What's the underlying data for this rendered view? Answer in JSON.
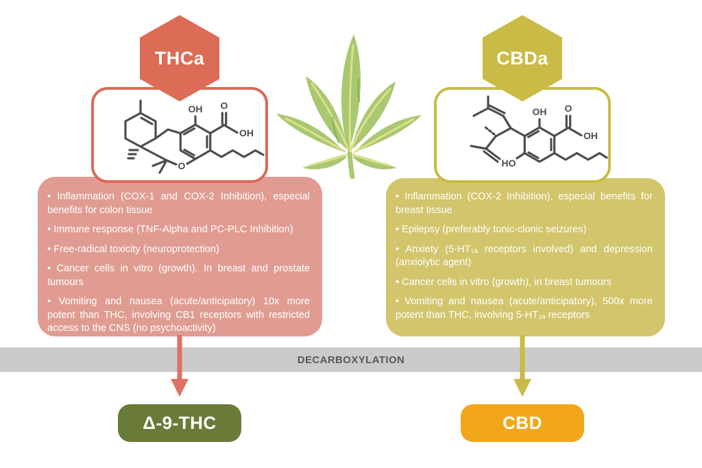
{
  "palette": {
    "thca_accent": "#DC6C55",
    "thca_box": "#E09C92",
    "cbda_accent": "#C9BB45",
    "cbda_box": "#D2C56C",
    "band_bg": "#CBCBCB",
    "band_text": "#58595B",
    "thc_button": "#6A7A37",
    "cbd_button": "#F2A71B",
    "leaf_green": "#A9C871",
    "leaf_vein": "#DCE08A",
    "molecule_stroke": "#4D4D4D"
  },
  "thca": {
    "title": "THCa",
    "molecule_labels": {
      "oh_top": "OH",
      "o_carboxyl": "O",
      "oh_carboxyl": "OH",
      "o_ring": "O"
    },
    "benefits": [
      "• Inflammation (COX-1 and COX-2 Inhibition), especial benefits for colon tissue",
      "• Immune response (TNF-Alpha and PC-PLC Inhibition)",
      "• Free-radical toxicity (neuroprotection)",
      "• Cancer cells in vitro (growth). In breast and prostate tumours",
      "• Vomiting and nausea (acute/anticipatory) 10x more potent than THC, involving CB1 receptors with restricted access to the CNS (no psychoactivity)"
    ],
    "product": "Δ-9-THC"
  },
  "cbda": {
    "title": "CBDa",
    "molecule_labels": {
      "oh_top": "OH",
      "o_carboxyl": "O",
      "oh_carboxyl": "OH",
      "ho_bottom": "HO"
    },
    "benefits": [
      "• Inflammation (COX-2 Inhibition), especial benefits for breast tissue",
      "• Epilepsy (preferably tonic-clonic seizures)",
      "• Anxiety (5-HT₁ₐ receptors involved) and depression (anxiolytic agent)",
      "• Cancer cells in vitro (growth), in breast tumours",
      "• Vomiting and nausea (acute/anticipatory), 500x more potent than THC, involving 5-HT₁ₐ receptors"
    ],
    "product": "CBD"
  },
  "process": {
    "label": "DECARBOXYLATION"
  }
}
